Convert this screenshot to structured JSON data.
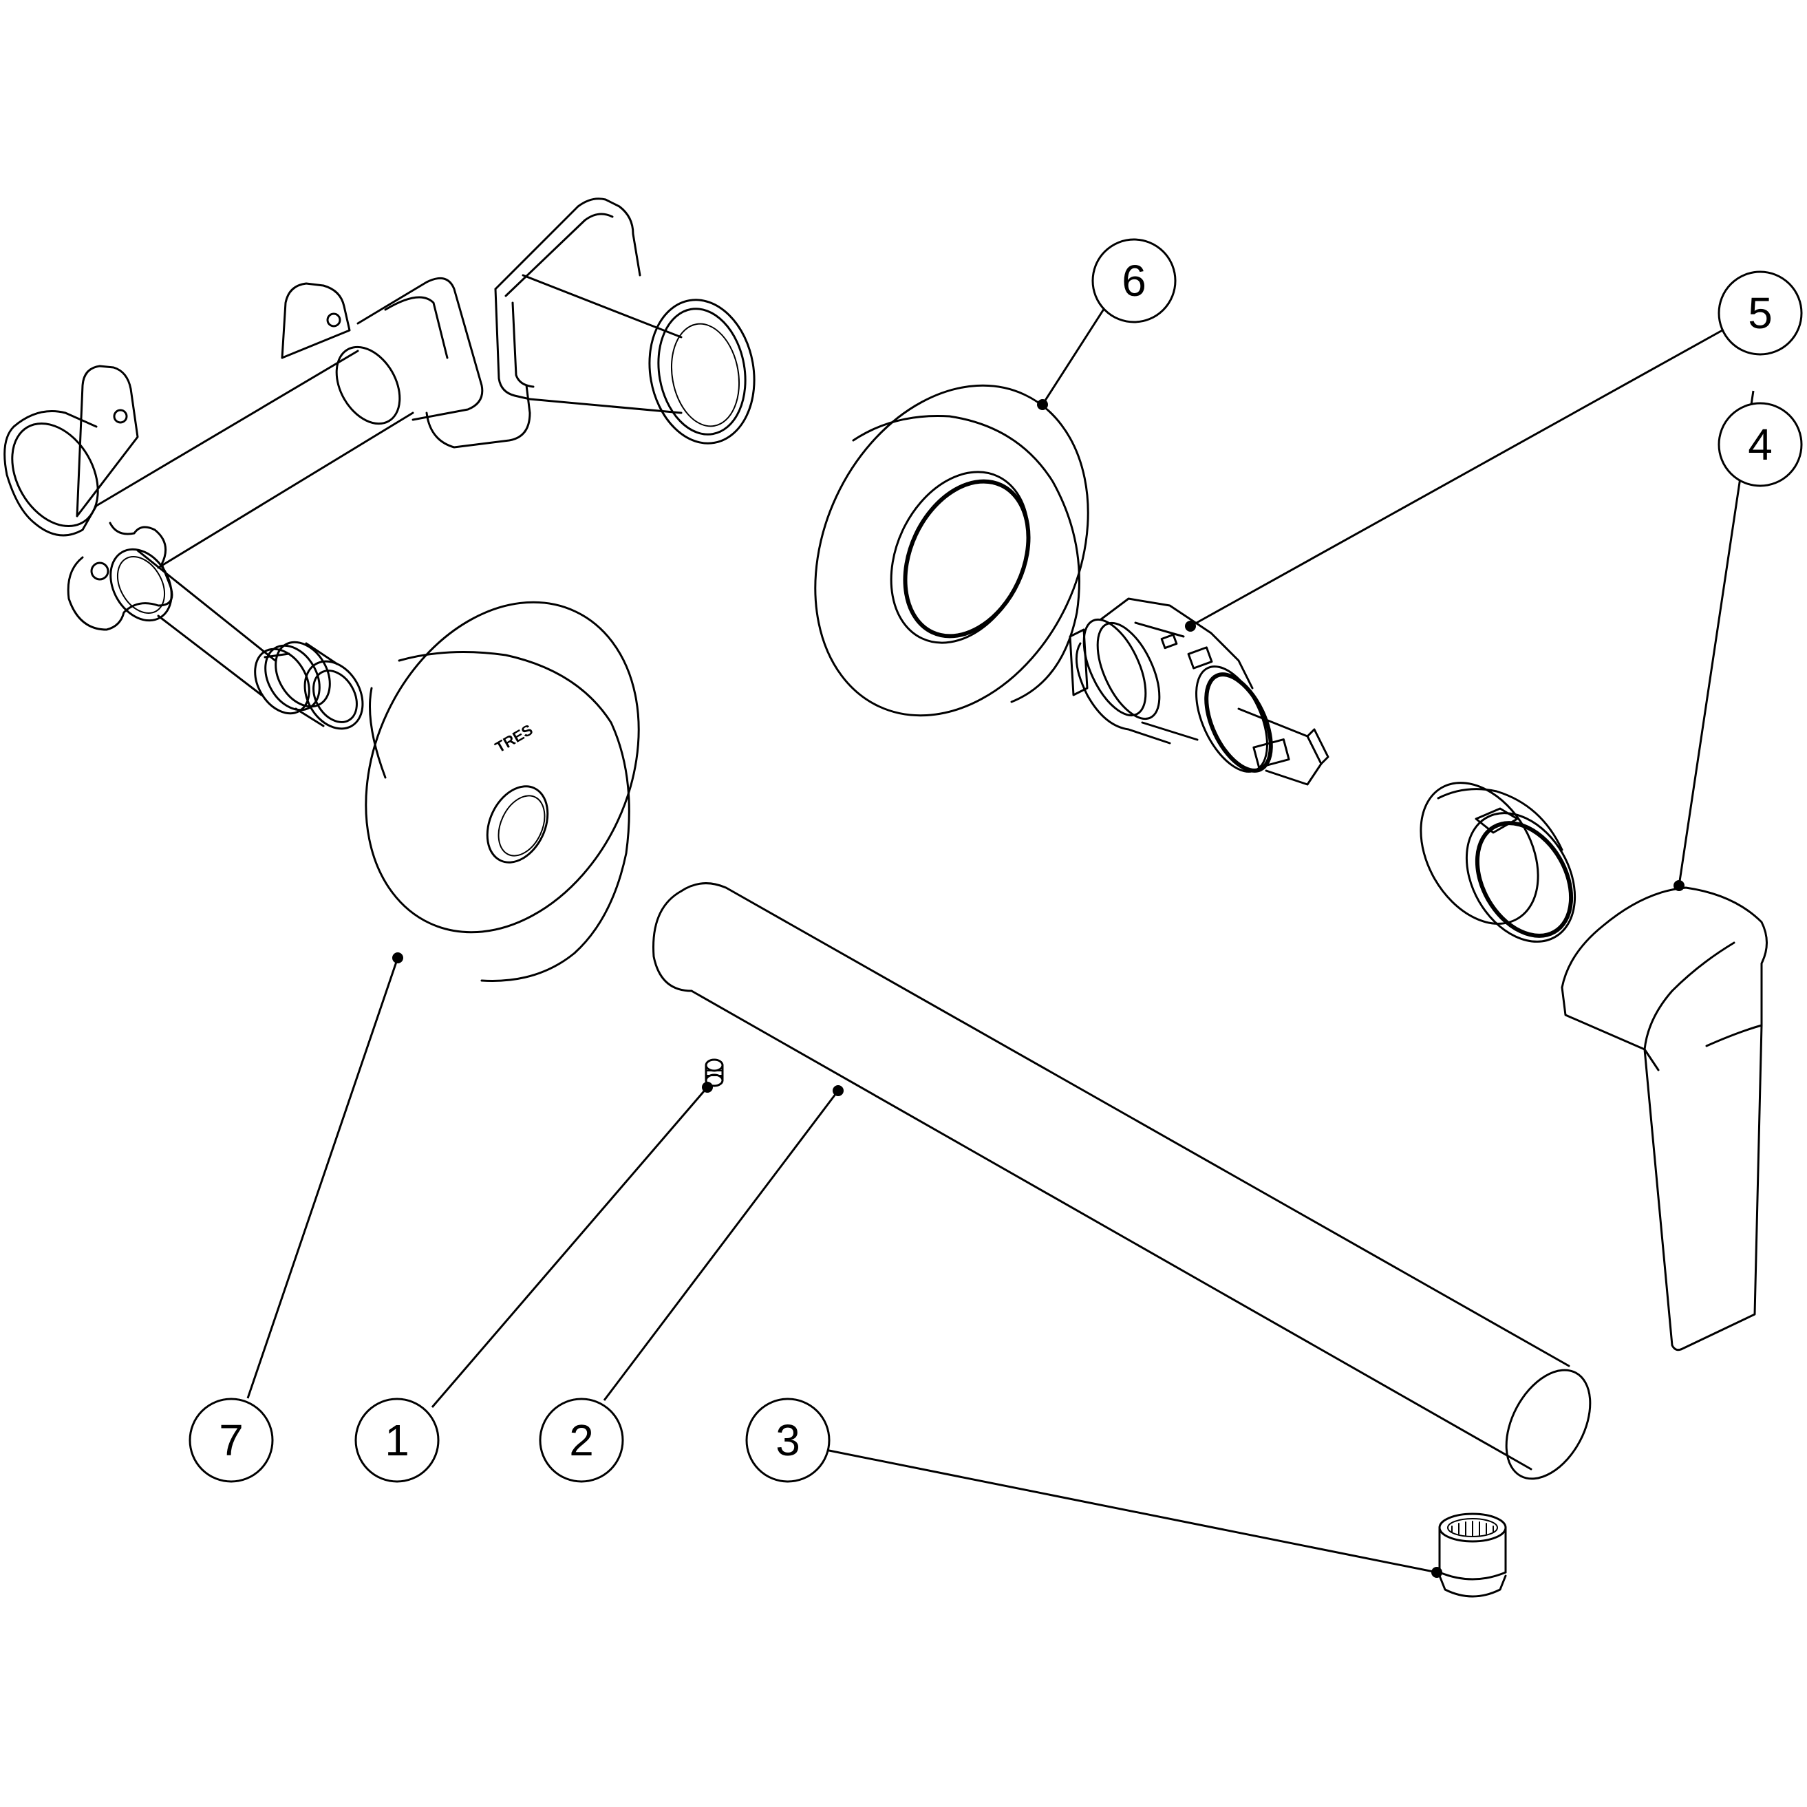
{
  "drawing": {
    "brand_mark": "TRES",
    "callouts": [
      {
        "id": "1",
        "label": "1"
      },
      {
        "id": "2",
        "label": "2"
      },
      {
        "id": "3",
        "label": "3"
      },
      {
        "id": "4",
        "label": "4"
      },
      {
        "id": "5",
        "label": "5"
      },
      {
        "id": "6",
        "label": "6"
      },
      {
        "id": "7",
        "label": "7"
      }
    ]
  }
}
